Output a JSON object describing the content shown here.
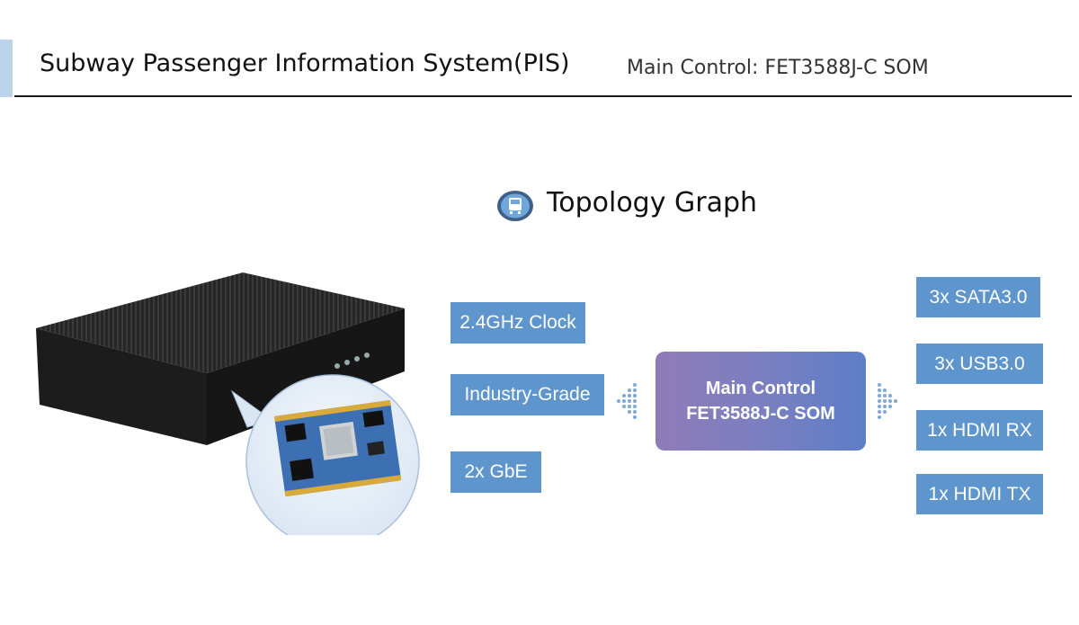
{
  "header": {
    "title": "Subway Passenger Information System(PIS)",
    "subtitle": "Main Control: FET3588J-C SOM"
  },
  "section": {
    "title": "Topology Graph",
    "icon": "train-icon"
  },
  "diagram": {
    "left_features": [
      {
        "label": "2.4GHz Clock"
      },
      {
        "label": "Industry-Grade"
      },
      {
        "label": "2x GbE"
      }
    ],
    "main": {
      "line1": "Main Control",
      "line2": "FET3588J-C SOM"
    },
    "right_interfaces": [
      {
        "label": "3x SATA3.0"
      },
      {
        "label": "3x USB3.0"
      },
      {
        "label": "1x HDMI RX"
      },
      {
        "label": "1x HDMI TX"
      }
    ]
  },
  "colors": {
    "box": "#5f95cd",
    "accent": "#bcd3ec",
    "arrow": "#7fa9d6"
  }
}
